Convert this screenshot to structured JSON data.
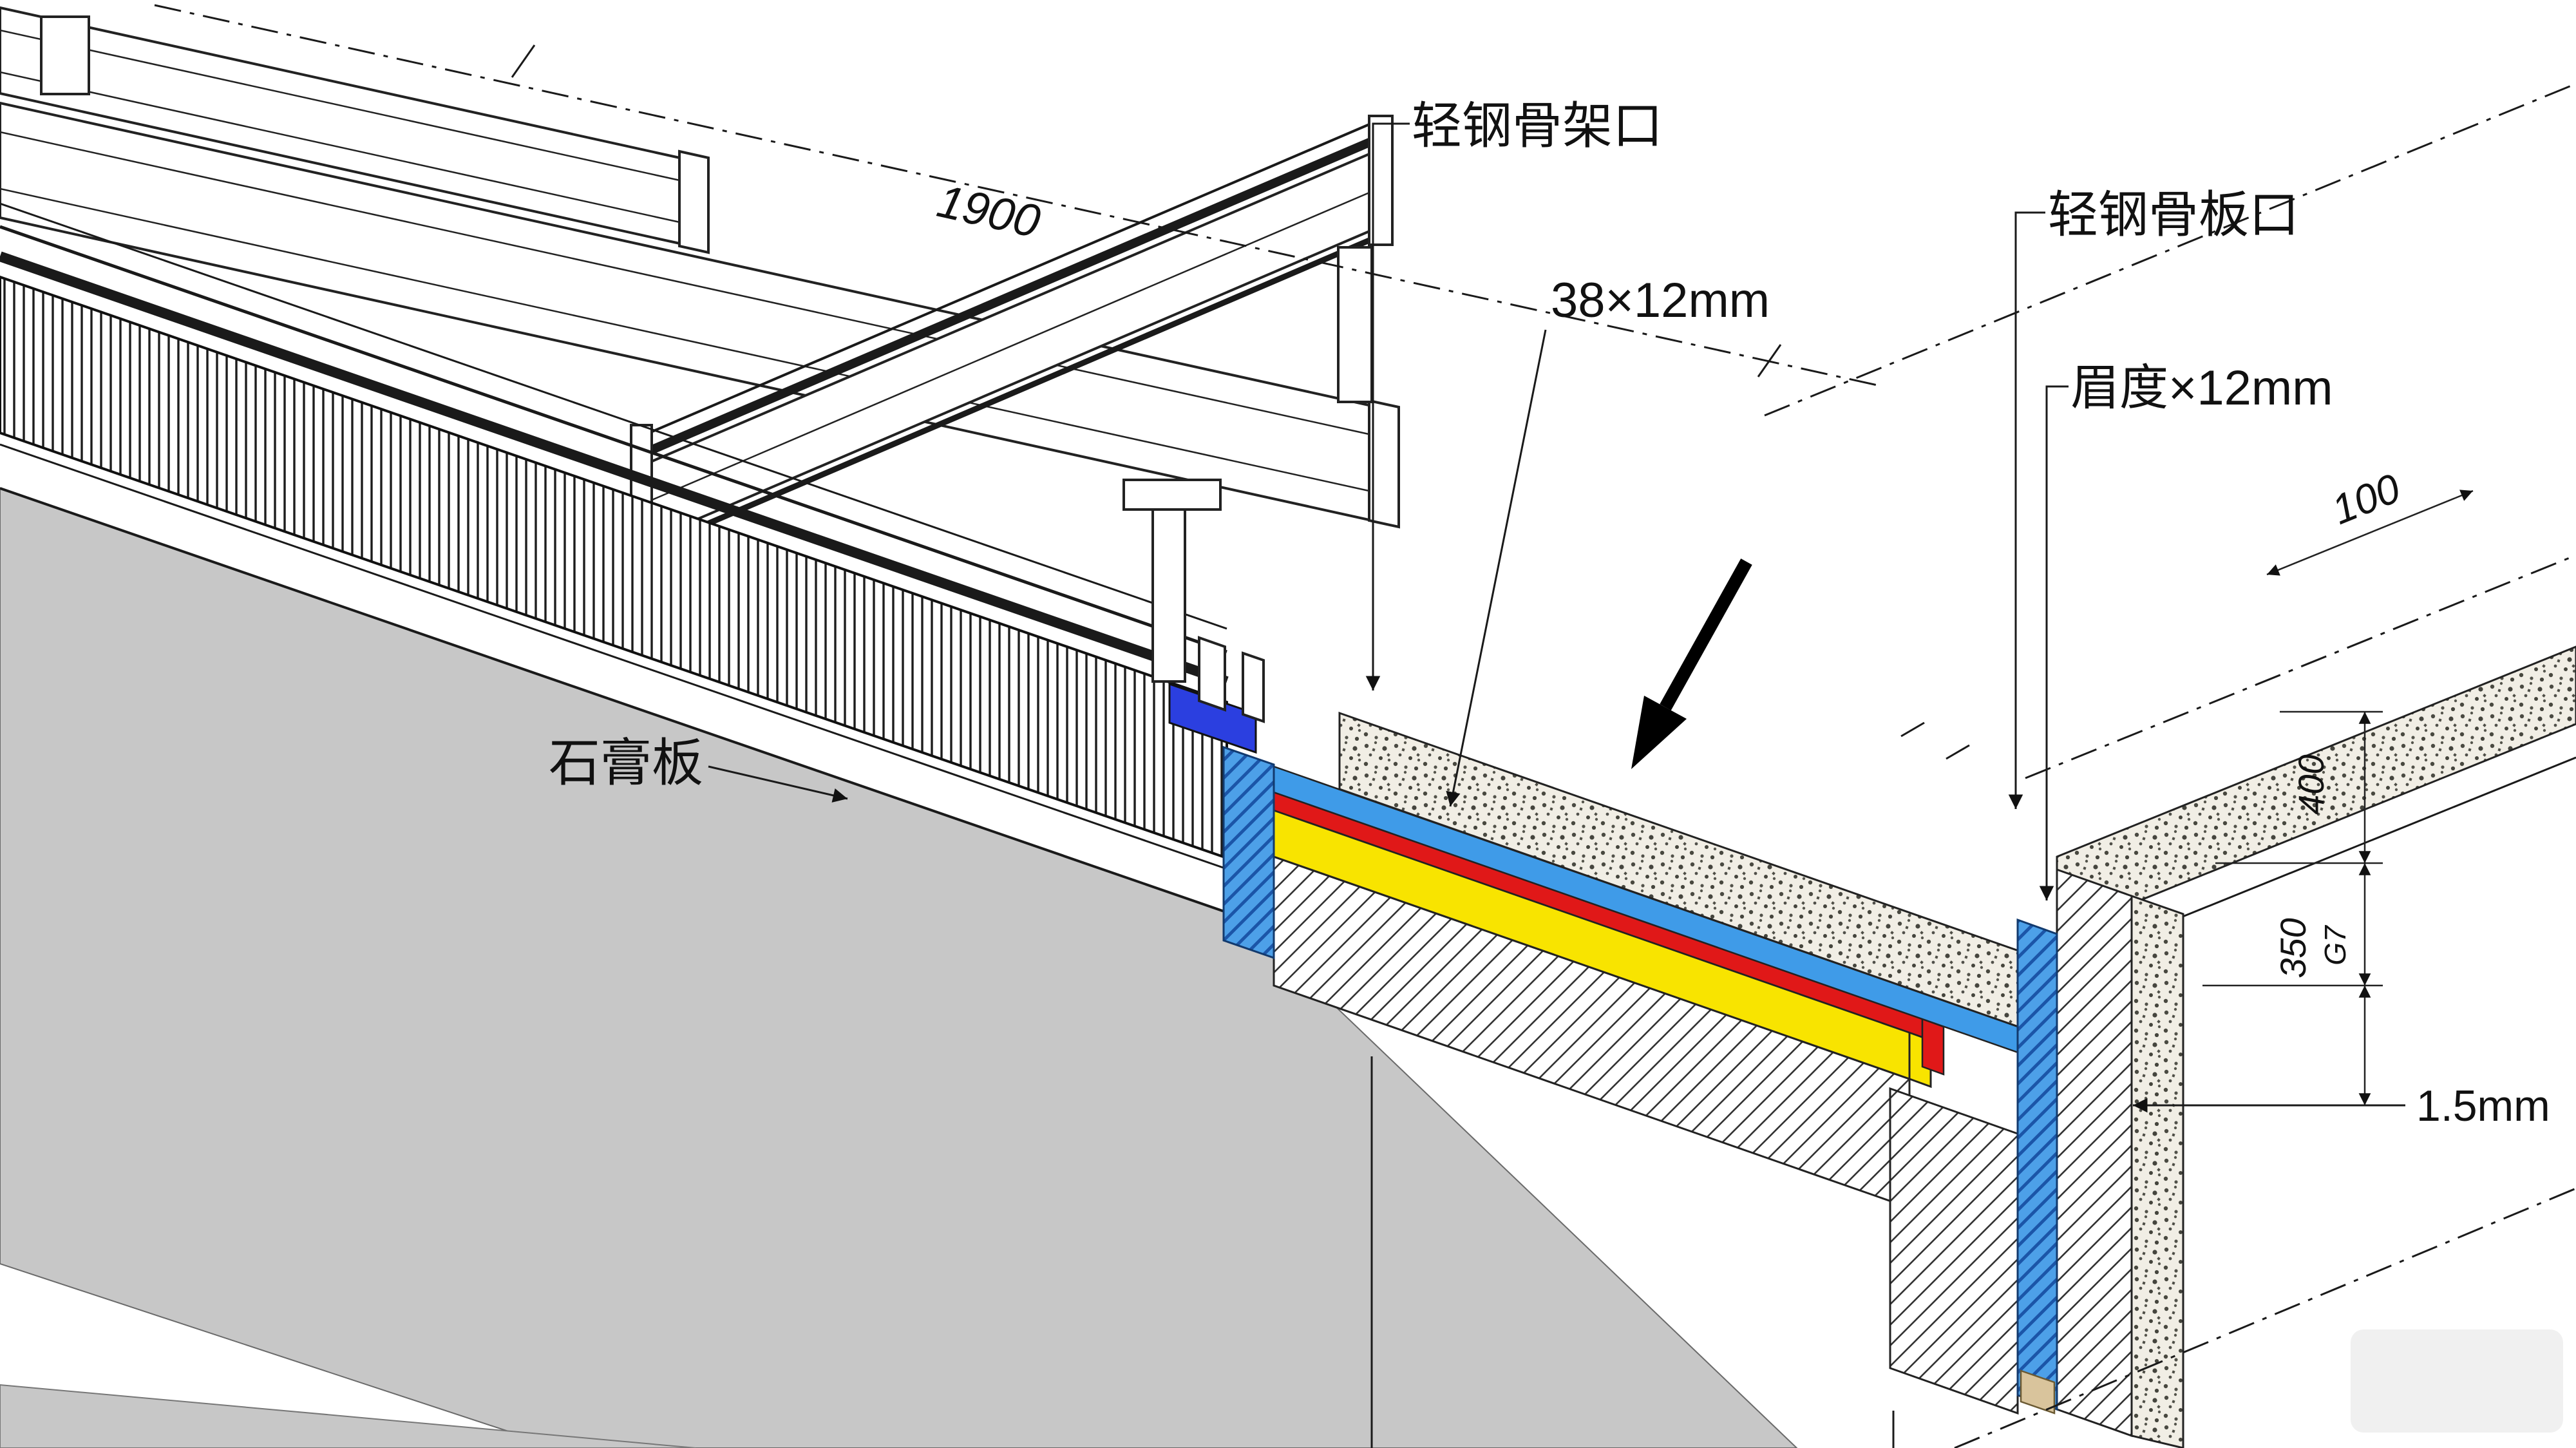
{
  "drawing": {
    "labels": {
      "light_steel_frame": "轻钢骨架口",
      "frame_size": "38×12mm",
      "light_steel_board": "轻钢骨板口",
      "board_size": "眉度×12mm",
      "gypsum_board": "石膏板",
      "thickness": "1.5mm"
    },
    "dims": {
      "span_top": "1900",
      "span_right": "100",
      "v400": "400",
      "v350": "350",
      "vg7": "G7"
    },
    "colors": {
      "slab_gray": "#c7c7c7",
      "deep_blue": "#2b3fe0",
      "board_blue": "#3f9be8",
      "layer_red": "#e01818",
      "layer_yellow": "#f8e400",
      "wood_tan": "#d9c49c"
    }
  }
}
